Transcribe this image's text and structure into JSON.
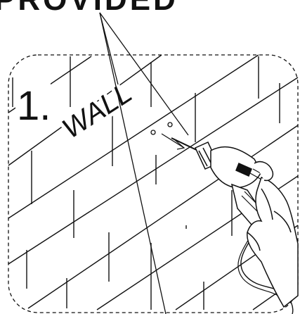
{
  "header": {
    "text": "PROVIDED"
  },
  "step": {
    "number": "1."
  },
  "labels": {
    "wall": "WALL"
  },
  "colors": {
    "ink": "#111111",
    "background": "#ffffff"
  },
  "icons": [
    "drill-icon",
    "hand-icon",
    "screw-hole-icon"
  ]
}
